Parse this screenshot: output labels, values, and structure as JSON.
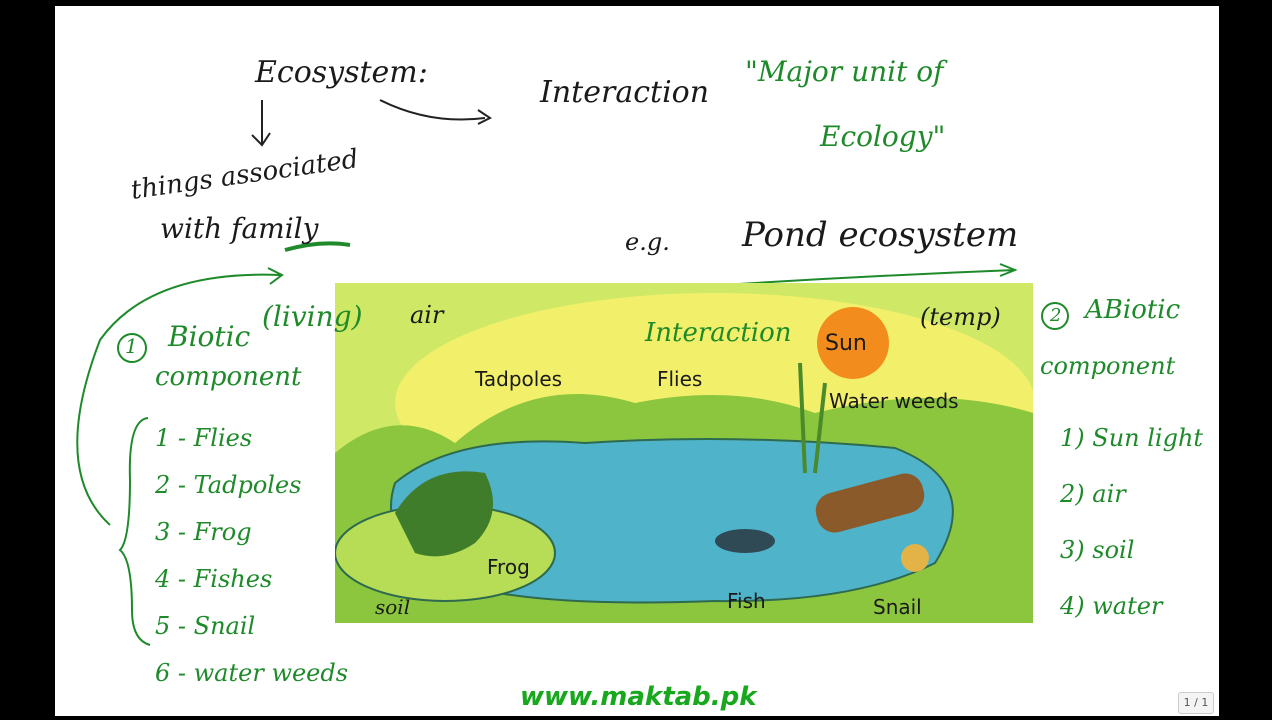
{
  "notes": {
    "ecosystem": "Ecosystem:",
    "interaction": "Interaction",
    "major_unit": "\"Major unit of",
    "ecology": "Ecology\"",
    "things_associated": "things associated",
    "with_family": "with family",
    "example": "e.g.",
    "pond_ecosystem": "Pond ecosystem",
    "biotic_num": "1",
    "biotic": "Biotic",
    "living": "(living)",
    "component": "component",
    "air": "air",
    "interaction2": "Interaction",
    "temp": "(temp)",
    "soil": "soil",
    "biotic_list": [
      "1 - Flies",
      "2 - Tadpoles",
      "3 - Frog",
      "4 - Fishes",
      "5 - Snail",
      "6 - water weeds"
    ],
    "abiotic_num": "2",
    "abiotic": "ABiotic",
    "abiotic_component": "component",
    "abiotic_list": [
      "1) Sun light",
      "2) air",
      "3) soil",
      "4) water"
    ]
  },
  "diagram": {
    "labels": {
      "sun": "Sun",
      "tadpoles": "Tadpoles",
      "flies": "Flies",
      "water_weeds": "Water weeds",
      "frog": "Frog",
      "fish": "Fish",
      "snail": "Snail"
    },
    "colors": {
      "sky": "#f2f06a",
      "grass": "#8cc63f",
      "water": "#4fb3c9",
      "sun": "#f28c1c"
    }
  },
  "watermark": "www.maktab.pk",
  "page_indicator": "1 / 1"
}
